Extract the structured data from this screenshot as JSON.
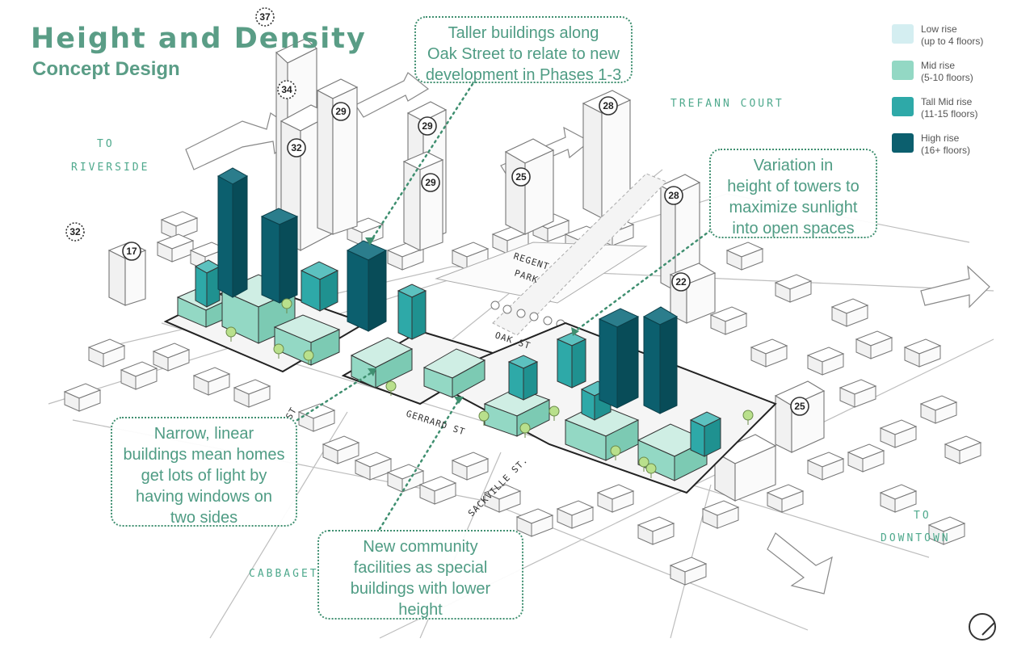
{
  "header": {
    "title": "Height and Density",
    "subtitle": "Concept Design"
  },
  "places": {
    "to_riverside_line1": "TO",
    "to_riverside_line2": "RIVERSIDE",
    "trefann_court": "TREFANN COURT",
    "to_downtown_line1": "TO",
    "to_downtown_line2": "DOWNTOWN",
    "cabbagetown": "CABBAGET"
  },
  "streets": {
    "regent": "REGENT",
    "park": "PARK",
    "oak_st": "OAK ST",
    "gerrard_st": "GERRARD ST",
    "sackville_st": "SACKVILLE ST.",
    "st_fragment": "ST"
  },
  "callouts": {
    "taller": [
      "Taller buildings along",
      "Oak Street to relate to new",
      "development in Phases 1-3"
    ],
    "variation": [
      "Variation in",
      "height of towers to",
      "maximize sunlight",
      "into open spaces"
    ],
    "narrow": [
      "Narrow, linear",
      "buildings mean homes",
      "get lots of light by",
      "having windows on",
      "two sides"
    ],
    "community": [
      "New community",
      "facilities as special",
      "buildings with lower",
      "height"
    ]
  },
  "legend": [
    {
      "label": "Low rise",
      "detail": "(up to 4 floors)",
      "color": "#d4eef1"
    },
    {
      "label": "Mid rise",
      "detail": "(5-10 floors)",
      "color": "#93d8c4"
    },
    {
      "label": "Tall Mid rise",
      "detail": "(11-15 floors)",
      "color": "#2ea9a8"
    },
    {
      "label": "High rise",
      "detail": "(16+ floors)",
      "color": "#0c5f6e"
    }
  ],
  "storey_markers": [
    {
      "id": "m37",
      "value": "37",
      "dashed": true
    },
    {
      "id": "m34",
      "value": "34",
      "dashed": true
    },
    {
      "id": "m29a",
      "value": "29",
      "dashed": false
    },
    {
      "id": "m32a",
      "value": "32",
      "dashed": false
    },
    {
      "id": "m29b",
      "value": "29",
      "dashed": false
    },
    {
      "id": "m29c",
      "value": "29",
      "dashed": false
    },
    {
      "id": "m28a",
      "value": "28",
      "dashed": false
    },
    {
      "id": "m25a",
      "value": "25",
      "dashed": false
    },
    {
      "id": "m28b",
      "value": "28",
      "dashed": false
    },
    {
      "id": "m32b",
      "value": "32",
      "dashed": true
    },
    {
      "id": "m17",
      "value": "17",
      "dashed": false
    },
    {
      "id": "m22",
      "value": "22",
      "dashed": false
    },
    {
      "id": "m25b",
      "value": "25",
      "dashed": false
    }
  ],
  "colors": {
    "accent": "#4f9c84",
    "title": "#5a9d86",
    "low_rise": "#d4eef1",
    "mid_rise": "#93d8c4",
    "tall_mid_rise": "#2ea9a8",
    "high_rise": "#0c5f6e"
  },
  "icons": {
    "compass": "north-arrow-icon"
  }
}
